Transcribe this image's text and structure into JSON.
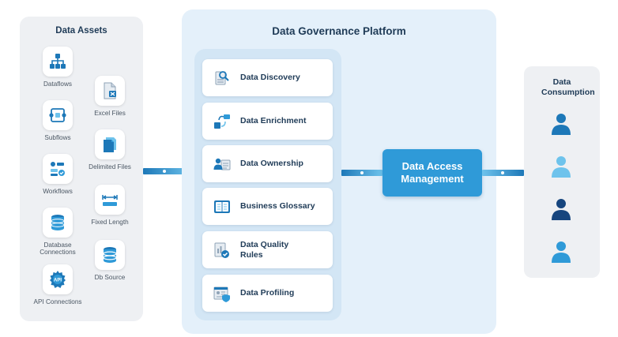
{
  "data_assets": {
    "title": "Data Assets",
    "items": [
      {
        "label": "Dataflows",
        "icon": "dataflow-icon"
      },
      {
        "label": "Subflows",
        "icon": "subflow-icon"
      },
      {
        "label": "Workflows",
        "icon": "workflow-icon"
      },
      {
        "label": "Database Connections",
        "icon": "database-icon"
      },
      {
        "label": "API Connections",
        "icon": "api-icon"
      },
      {
        "label": "Excel Files",
        "icon": "excel-file-icon"
      },
      {
        "label": "Delimited Files",
        "icon": "delimited-file-icon"
      },
      {
        "label": "Fixed Length",
        "icon": "fixed-length-icon"
      },
      {
        "label": "Db Source",
        "icon": "db-source-icon"
      }
    ]
  },
  "platform": {
    "title": "Data Governance Platform",
    "modules": [
      {
        "label": "Data Discovery",
        "icon": "discovery-icon"
      },
      {
        "label": "Data Enrichment",
        "icon": "enrichment-icon"
      },
      {
        "label": "Data Ownership",
        "icon": "ownership-icon"
      },
      {
        "label": "Business Glossary",
        "icon": "glossary-icon"
      },
      {
        "label": "Data Quality Rules",
        "icon": "quality-rules-icon"
      },
      {
        "label": "Data Profiling",
        "icon": "profiling-icon"
      }
    ]
  },
  "access": {
    "label": "Data Access Management"
  },
  "consumption": {
    "title": "Data Consumption",
    "users": [
      {
        "icon": "user-icon",
        "color": "#1d78b8"
      },
      {
        "icon": "user-icon",
        "color": "#6ec3ec"
      },
      {
        "icon": "user-icon",
        "color": "#16457e"
      },
      {
        "icon": "user-icon",
        "color": "#2f9ad8"
      }
    ]
  },
  "colors": {
    "accent": "#2f9ad8",
    "dark": "#1f3b57",
    "panel": "#eef0f3",
    "platform": "#e4f0fa"
  }
}
